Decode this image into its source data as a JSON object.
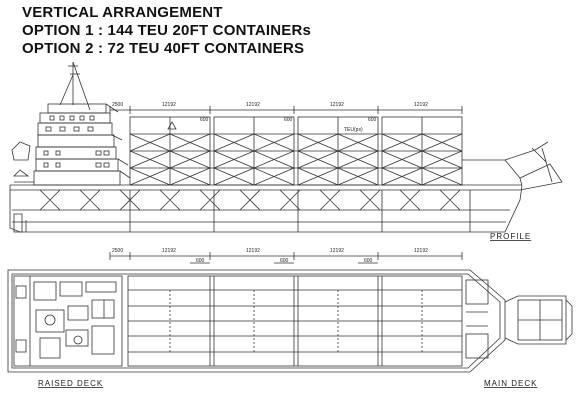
{
  "titles": {
    "line1": "VERTICAL ARRANGEMENT",
    "line2": "OPTION 1 : 144 TEU 20FT CONTAINERs",
    "line3": "OPTION 2 : 72 TEU 40FT CONTAINERS"
  },
  "profile": {
    "label": "PROFILE",
    "dim_first": "2500",
    "bay_dims": [
      "12192",
      "12192",
      "12192",
      "12192"
    ],
    "spacing_dims": [
      "600",
      "600",
      "600"
    ],
    "deck_note": "TEU(ps)"
  },
  "plan": {
    "dim_first": "2500",
    "bay_dims": [
      "12192",
      "12192",
      "12192",
      "12192"
    ],
    "spacing_dims": [
      "600",
      "600",
      "600"
    ],
    "raised_deck_label": "RAISED DECK",
    "main_deck_label": "MAIN DECK"
  }
}
